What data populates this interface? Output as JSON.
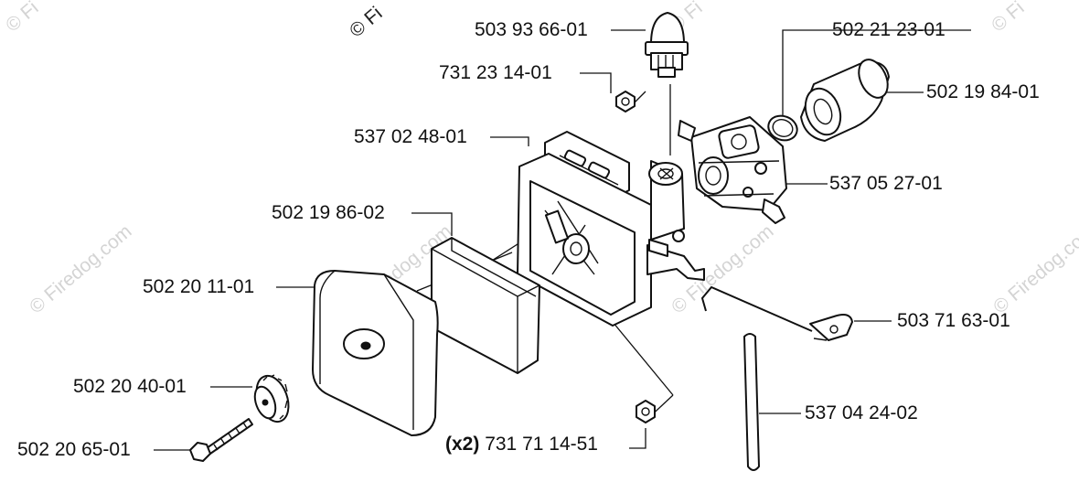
{
  "watermark": {
    "brand": "© Firedog.com",
    "partial_top": "© Fi"
  },
  "parts": [
    {
      "id": "primer-bulb",
      "number": "503 93 66-01"
    },
    {
      "id": "gasket-ring",
      "number": "502 21 23-01"
    },
    {
      "id": "nut-top",
      "number": "731 23 14-01"
    },
    {
      "id": "intake-elbow",
      "number": "502 19 84-01"
    },
    {
      "id": "air-filter-housing",
      "number": "537 02 48-01"
    },
    {
      "id": "carburetor",
      "number": "537 05 27-01"
    },
    {
      "id": "filter-element",
      "number": "502 19 86-02"
    },
    {
      "id": "filter-cover",
      "number": "502 20 11-01"
    },
    {
      "id": "throttle-rod",
      "number": "503 71 63-01"
    },
    {
      "id": "cover-knob",
      "number": "502 20 40-01"
    },
    {
      "id": "fuel-hose",
      "number": "537 04 24-02"
    },
    {
      "id": "cover-bolt",
      "number": "502 20 65-01"
    },
    {
      "id": "nut-bottom",
      "number": "731 71 14-51",
      "qty": "(x2)"
    }
  ]
}
